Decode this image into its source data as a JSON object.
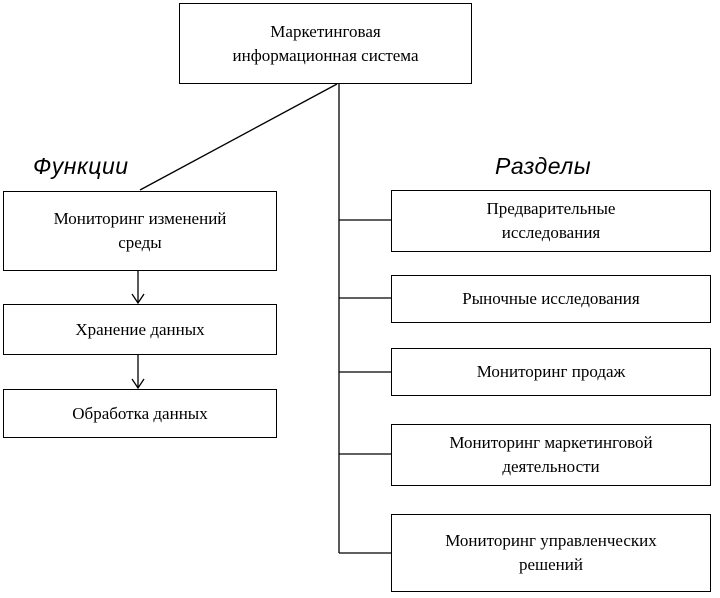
{
  "root": {
    "text": "Маркетинговая\nинформационная система"
  },
  "functions": {
    "label": "Функции",
    "items": [
      "Мониторинг изменений\nсреды",
      "Хранение данных",
      "Обработка данных"
    ]
  },
  "sections": {
    "label": "Разделы",
    "items": [
      "Предварительные\nисследования",
      "Рыночные исследования",
      "Мониторинг продаж",
      "Мониторинг маркетинговой\nдеятельности",
      "Мониторинг управленческих\nрешений"
    ]
  }
}
